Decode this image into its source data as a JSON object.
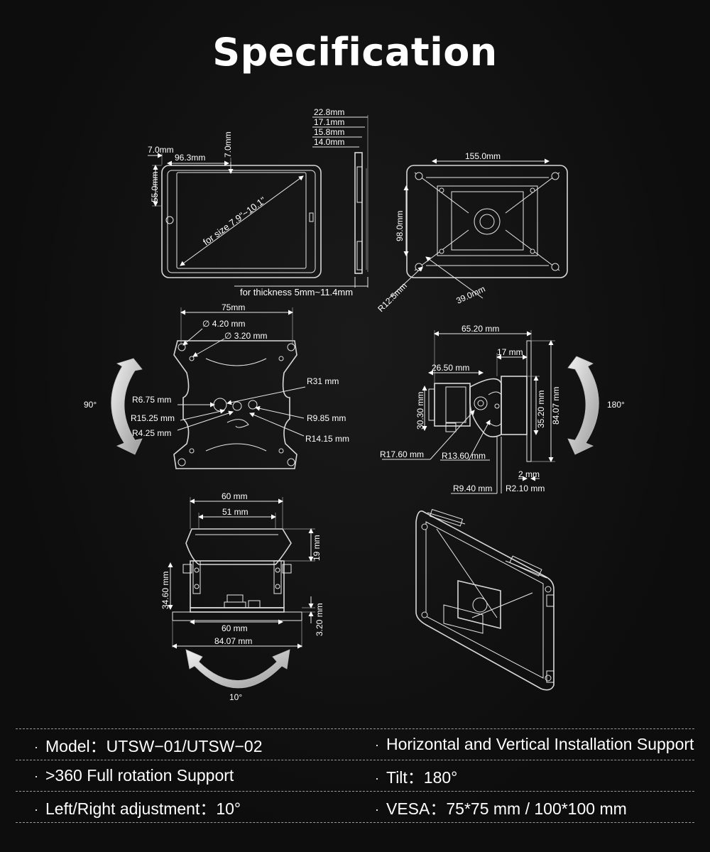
{
  "title": "Specification",
  "dimensions": {
    "tablet_front": {
      "w_margin": "7.0mm",
      "inner": "96.3mm",
      "top_margin": "7.0mm",
      "side": "55.0mm",
      "diagonal": "for size 7.9\"~10.1\""
    },
    "tablet_side": {
      "d1": "22.8mm",
      "d2": "17.1mm",
      "d3": "15.8mm",
      "d4": "14.0mm",
      "thickness": "for thickness 5mm~11.4mm"
    },
    "back_plate": {
      "width": "155.0mm",
      "height": "98.0mm",
      "radius": "R12.5mm",
      "offset": "39.0mm"
    },
    "vesa_plate": {
      "width": "75mm",
      "hole1": "∅ 4.20 mm",
      "hole2": "∅ 3.20 mm",
      "r31": "R31 mm",
      "r675": "R6.75 mm",
      "r1525": "R15.25 mm",
      "r985": "R9.85 mm",
      "r425": "R4.25 mm",
      "r1415": "R14.15 mm",
      "angle": "90°"
    },
    "hinge": {
      "w1": "65.20 mm",
      "w2": "17 mm",
      "w3": "26.50 mm",
      "h1": "30.30 mm",
      "h2": "35.20 mm",
      "h3": "84.07 mm",
      "r1760": "R17.60 mm",
      "r1360": "R13.60 mm",
      "gap": "2 mm",
      "r940": "R9.40 mm",
      "r210": "R2.10 mm",
      "angle": "180°"
    },
    "bracket": {
      "w60": "60 mm",
      "w51": "51 mm",
      "h19": "19 mm",
      "h3460": "34.60 mm",
      "h320": "3.20 mm",
      "w60b": "60 mm",
      "w8407": "84.07 mm",
      "angle": "10°"
    }
  },
  "specs": [
    {
      "left": "Model：UTSW−01/UTSW−02",
      "right": "Horizontal and Vertical Installation Support"
    },
    {
      "left": ">360 Full rotation Support",
      "right": "Tilt：180°"
    },
    {
      "left": "Left/Right adjustment：10°",
      "right": "VESA：75*75 mm / 100*100 mm"
    }
  ],
  "bullet": "·"
}
